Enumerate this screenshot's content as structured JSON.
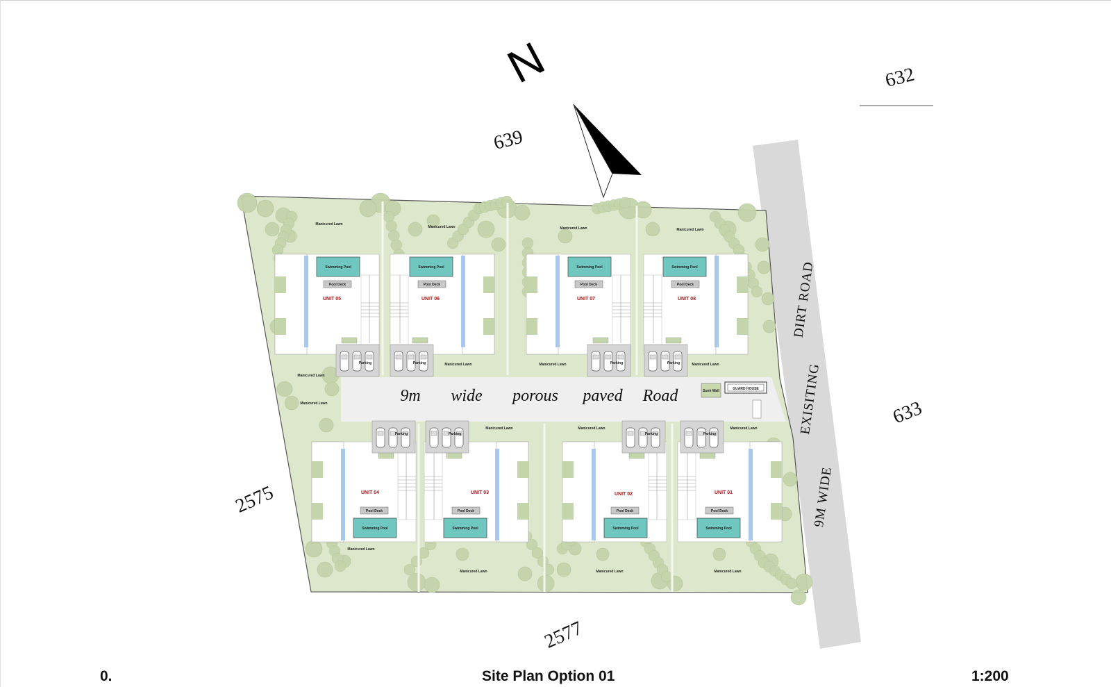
{
  "north": {
    "label": "N"
  },
  "lots": {
    "north": "639",
    "northeast": "632",
    "east": "633",
    "west": "2575",
    "south": "2577"
  },
  "road": {
    "words": [
      "9m",
      "wide",
      "porous",
      "paved",
      "Road"
    ]
  },
  "dirt_road": {
    "line1": "DIRT ROAD",
    "line2": "EXISITING",
    "line3": "9M WIDE"
  },
  "labels": {
    "lawn": "Manicured Lawn",
    "pool": "Swimming Pool",
    "deck": "Pool Deck",
    "parking": "Parking",
    "sunk_wall": "Sunk Wall",
    "guard_house": "GUARD HOUSE"
  },
  "units": {
    "u01": "UNIT 01",
    "u02": "UNIT 02",
    "u03": "UNIT 03",
    "u04": "UNIT 04",
    "u05": "UNIT 05",
    "u06": "UNIT 06",
    "u07": "UNIT 07",
    "u08": "UNIT 08"
  },
  "footer": {
    "number": "0.",
    "title": "Site Plan Option 01",
    "scale": "1:200"
  },
  "colors": {
    "lawn": "#dde7cb",
    "tree": "#c4d4ab",
    "road": "#efefef",
    "dirt_road": "#d9d9d9",
    "pool": "#6fc7c0",
    "unit_text": "#a01818"
  }
}
